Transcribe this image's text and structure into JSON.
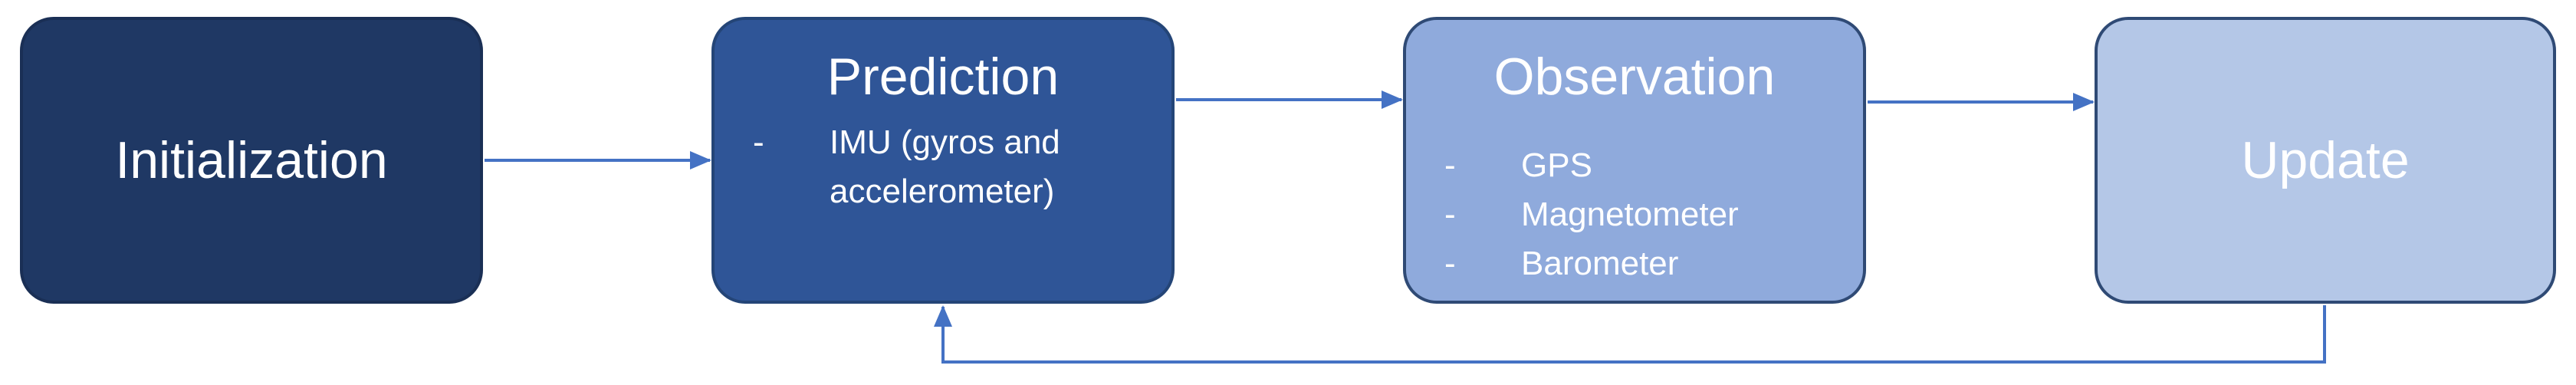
{
  "colors": {
    "initialization_fill": "#1f3864",
    "prediction_fill": "#2f5597",
    "observation_fill": "#8faadc",
    "update_fill": "#b4c7e7",
    "arrow": "#4472c4",
    "text": "#ffffff"
  },
  "nodes": {
    "initialization": {
      "title": "Initialization"
    },
    "prediction": {
      "title": "Prediction",
      "bullet_marker": "-",
      "bullet_lines": [
        "IMU (gyros and",
        "accelerometer)"
      ]
    },
    "observation": {
      "title": "Observation",
      "bullet_marker": "-",
      "bullets": [
        "GPS",
        "Magnetometer",
        "Barometer"
      ]
    },
    "update": {
      "title": "Update"
    }
  },
  "edges": [
    {
      "from": "initialization",
      "to": "prediction"
    },
    {
      "from": "prediction",
      "to": "observation"
    },
    {
      "from": "observation",
      "to": "update"
    },
    {
      "from": "update",
      "to": "prediction",
      "label": ""
    }
  ]
}
